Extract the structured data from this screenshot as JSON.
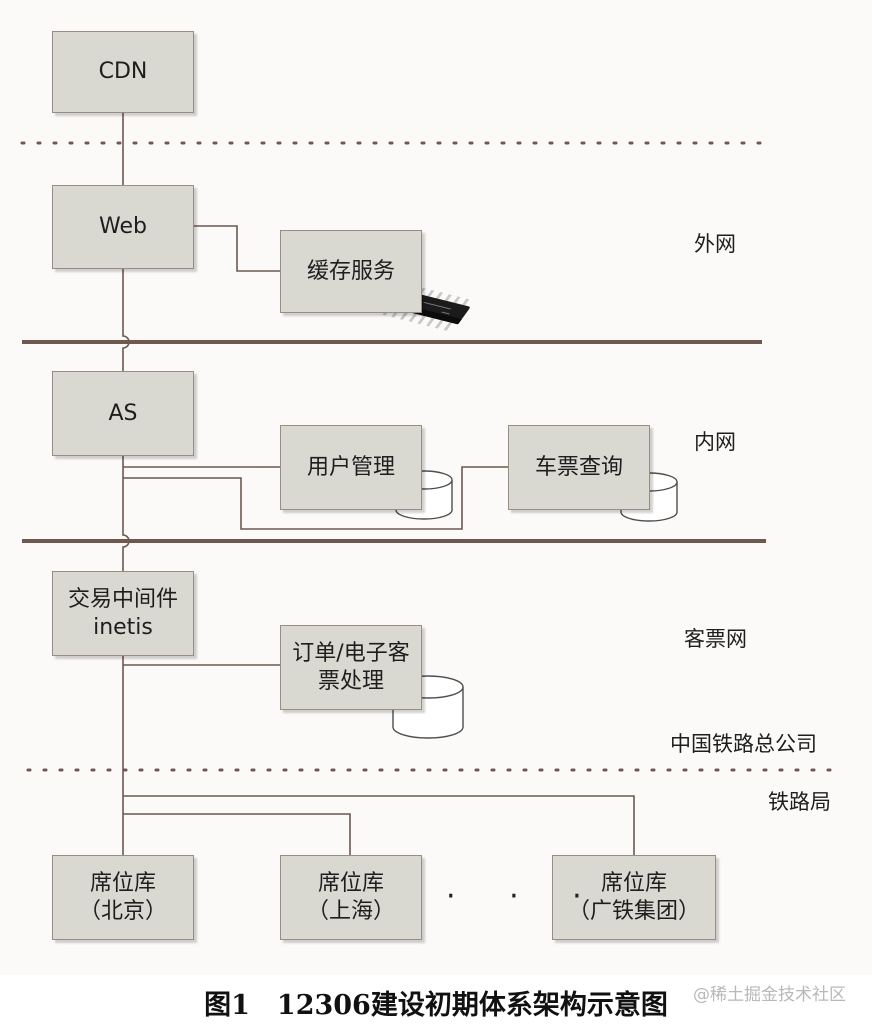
{
  "nodes": {
    "cdn": "CDN",
    "web": "Web",
    "cache": "缓存服务",
    "as": "AS",
    "user_mgmt": "用户管理",
    "ticket_query": "车票查询",
    "middleware_line1": "交易中间件",
    "middleware_line2": "inetis",
    "order_line1": "订单/电子客",
    "order_line2": "票处理",
    "seat_beijing_line1": "席位库",
    "seat_beijing_line2": "（北京）",
    "seat_shanghai_line1": "席位库",
    "seat_shanghai_line2": "（上海）",
    "seat_guangtie_line1": "席位库",
    "seat_guangtie_line2": "（广铁集团）",
    "ellipsis": "· · ·"
  },
  "zones": {
    "external": "外网",
    "internal": "内网",
    "passenger": "客票网",
    "hq": "中国铁路总公司",
    "bureau": "铁路局"
  },
  "caption": "图1　12306建设初期体系架构示意图",
  "watermark": "@稀土掘金技术社区",
  "colors": {
    "box_fill": "#d9d8d1",
    "box_border": "#9a8c85",
    "line": "#6e5850"
  }
}
